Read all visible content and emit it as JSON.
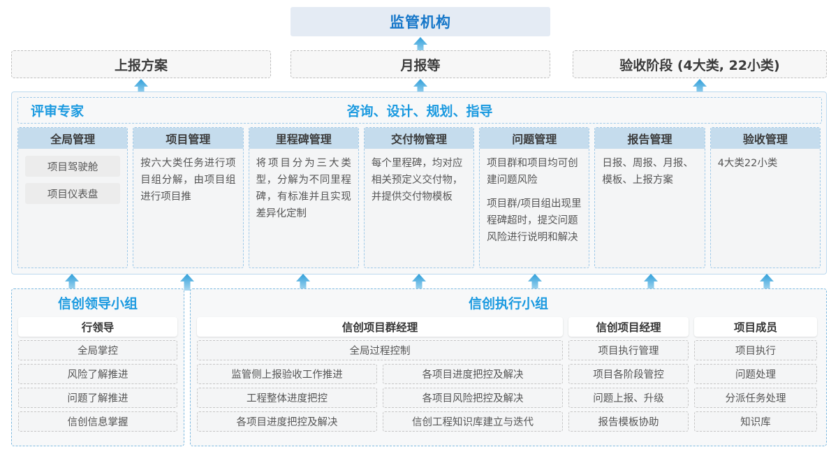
{
  "regulator": {
    "label": "监管机构"
  },
  "reports": [
    {
      "label": "上报方案"
    },
    {
      "label": "月报等"
    },
    {
      "label": "验收阶段 (4大类, 22小类)"
    }
  ],
  "middle": {
    "band_left_title": "评审专家",
    "band_center_title": "咨询、设计、规划、指导",
    "columns": [
      {
        "header": "全局管理",
        "pills": [
          "项目驾驶舱",
          "项目仪表盘"
        ],
        "paragraphs": []
      },
      {
        "header": "项目管理",
        "pills": [],
        "paragraphs": [
          "按六大类任务进行项目组分解，由项目组进行项目推"
        ]
      },
      {
        "header": "里程碑管理",
        "pills": [],
        "paragraphs": [
          "将项目分为三大类型，分解为不同里程碑，有标准并且实现差异化定制"
        ]
      },
      {
        "header": "交付物管理",
        "pills": [],
        "paragraphs": [
          "每个里程碑，均对应相关预定义交付物，并提供交付物模板"
        ]
      },
      {
        "header": "问题管理",
        "pills": [],
        "paragraphs": [
          "项目群和项目均可创建问题风险",
          "项目群/项目组出现里程碑超时，提交问题风险进行说明和解决"
        ]
      },
      {
        "header": "报告管理",
        "pills": [],
        "paragraphs": [
          "日报、周报、月报、模板、上报方案"
        ]
      },
      {
        "header": "验收管理",
        "pills": [],
        "paragraphs": [
          "4大类22小类"
        ]
      }
    ]
  },
  "bottom": {
    "leader_group": {
      "title": "信创领导小组",
      "role": "行领导",
      "tasks": [
        "全局掌控",
        "风险了解推进",
        "问题了解推进",
        "信创信息掌握"
      ]
    },
    "exec_group": {
      "title": "信创执行小组",
      "program_manager": {
        "role": "信创项目群经理",
        "full_width_task": "全局过程控制",
        "left_tasks": [
          "监管侧上报验收工作推进",
          "工程整体进度把控",
          "各项目进度把控及解决"
        ],
        "right_tasks": [
          "各项目进度把控及解决",
          "各项目风险把控及解决",
          "信创工程知识库建立与迭代"
        ]
      },
      "project_manager": {
        "role": "信创项目经理",
        "tasks": [
          "项目执行管理",
          "项目各阶段管控",
          "问题上报、升级",
          "报告模板协助"
        ]
      },
      "members": {
        "role": "项目成员",
        "tasks": [
          "项目执行",
          "问题处理",
          "分派任务处理",
          "知识库"
        ]
      }
    }
  },
  "colors": {
    "accent_blue": "#1b9ae0",
    "title_blue": "#1677c9",
    "header_fill": "#c5dced",
    "regulator_fill": "#e4ebf4",
    "arrow": "#3aa9e0"
  },
  "arrows": {
    "to_regulator_count": 1,
    "to_reports_count": 3,
    "to_columns_count": 7
  }
}
